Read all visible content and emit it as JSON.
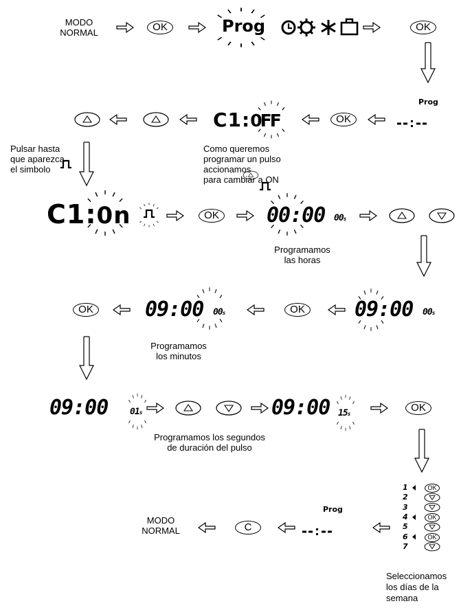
{
  "modo_normal_1": "MODO\nNORMAL",
  "modo_normal_2": "MODO\nNORMAL",
  "ok": "OK",
  "c_key": "C",
  "prog_text": "Prog",
  "prog_small": "Prog",
  "c1_off": "C1:",
  "c1_off_suffix": "0FF",
  "c1_on": "C1:",
  "c1_on_suffix": "0n",
  "time_0000": "00:00",
  "time_0900": "09:00",
  "sec_00": "00",
  "sec_01": "01",
  "sec_15": "15",
  "sec_unit": "s",
  "caption_pulsar": "Pulsar hasta\nque aparezca\nel simbolo",
  "caption_pulso": "Como queremos\nprogramar un pulso\naccionamos\npara cambiar a ON",
  "caption_horas": "Programamos\nlas horas",
  "caption_minutos": "Programamos\nlos minutos",
  "caption_segundos": "Programamos los segundos\nde duración del pulso",
  "caption_dias": "Seleccionamos\nlos días de la\nsemana",
  "days": [
    {
      "num": "1",
      "selected": true,
      "key": "OK"
    },
    {
      "num": "2",
      "selected": false,
      "key": "down"
    },
    {
      "num": "3",
      "selected": false,
      "key": "down"
    },
    {
      "num": "4",
      "selected": true,
      "key": "OK"
    },
    {
      "num": "5",
      "selected": false,
      "key": "down"
    },
    {
      "num": "6",
      "selected": true,
      "key": "OK"
    },
    {
      "num": "7",
      "selected": false,
      "key": "down"
    }
  ],
  "icons": [
    "clock-icon",
    "sun-icon",
    "snowflake-icon",
    "briefcase-icon",
    "pulse-icon",
    "up-arrow-key-icon",
    "down-arrow-key-icon",
    "right-arrow-icon",
    "left-arrow-icon",
    "down-long-arrow-icon"
  ]
}
